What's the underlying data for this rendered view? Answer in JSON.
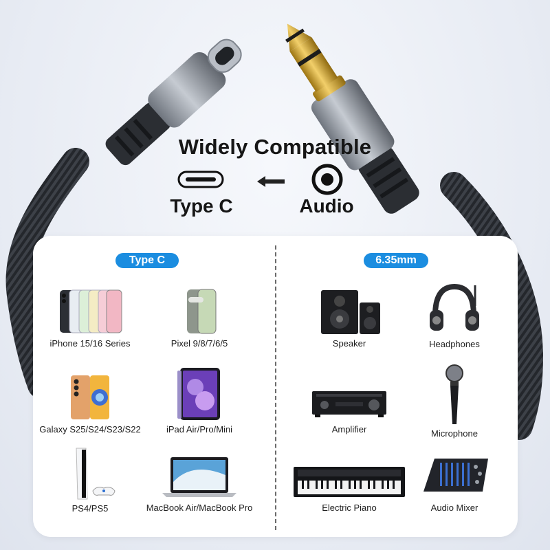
{
  "headline": {
    "title": "Widely Compatible",
    "left_label": "Type C",
    "right_label": "Audio"
  },
  "panel": {
    "left_tag": "Type C",
    "right_tag": "6.35mm",
    "left_items": [
      "iPhone 15/16 Series",
      "Pixel 9/8/7/6/5",
      "Galaxy S25/S24/S23/S22",
      "iPad Air/Pro/Mini",
      "PS4/PS5",
      "MacBook Air/MacBook Pro"
    ],
    "right_items": [
      "Speaker",
      "Headphones",
      "Amplifier",
      "Microphone",
      "Electric Piano",
      "Audio Mixer"
    ]
  },
  "colors": {
    "accent": "#1b8de0",
    "cable": "#2a2d33",
    "plug_gold": "#d9a931",
    "connector_gray": "#8a9099"
  }
}
